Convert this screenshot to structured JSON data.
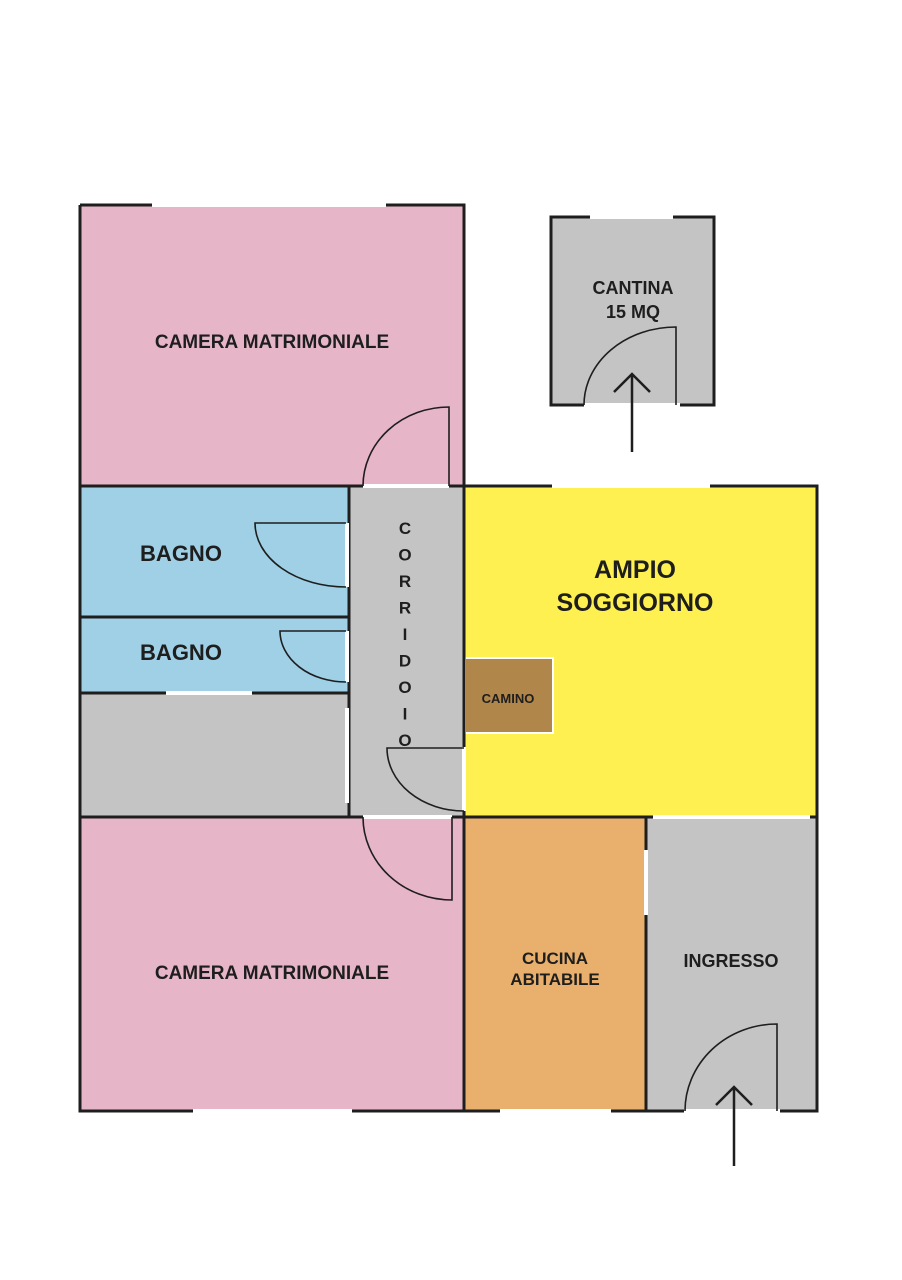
{
  "plan": {
    "colors": {
      "bedroom": "#e6b5c8",
      "bathroom": "#9fd0e6",
      "grey": "#c4c4c4",
      "living": "#fef051",
      "kitchen": "#e8b06c",
      "fireplace": "#b0864a"
    },
    "rooms": {
      "camera_top": "CAMERA MATRIMONIALE",
      "bagno_1": "BAGNO",
      "bagno_2": "BAGNO",
      "corridoio": "CORRIDOIO",
      "soggiorno_line1": "AMPIO",
      "soggiorno_line2": "SOGGIORNO",
      "camino": "CAMINO",
      "camera_bottom": "CAMERA MATRIMONIALE",
      "cucina_line1": "CUCINA",
      "cucina_line2": "ABITABILE",
      "ingresso": "INGRESSO",
      "cantina_line1": "CANTINA",
      "cantina_line2": "15 MQ"
    }
  }
}
